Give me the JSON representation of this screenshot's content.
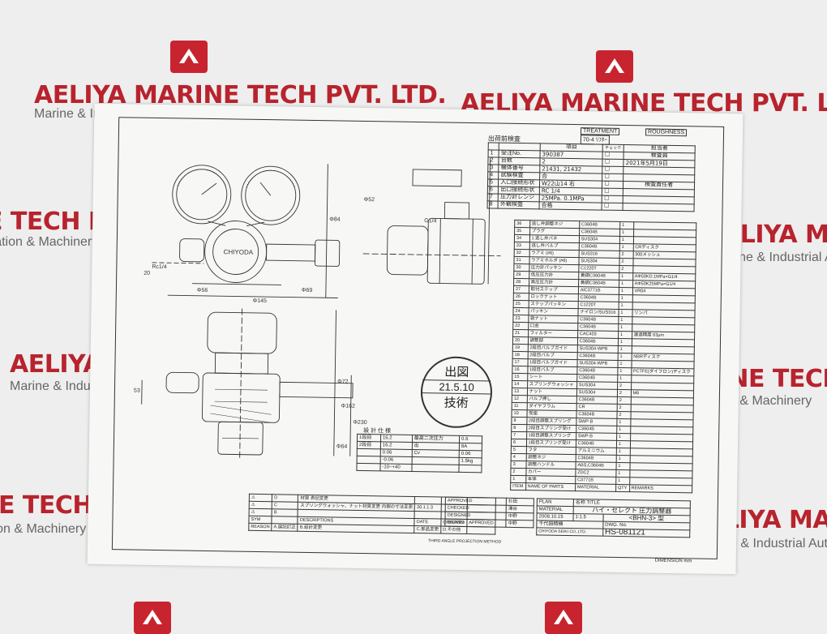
{
  "watermark": {
    "company": "AELIYA MARINE TECH PVT. LTD.",
    "tagline": "Marine & Industrial Automation & Machinery",
    "brand_color": "#b8232d"
  },
  "inspection": {
    "title": "出荷前検査",
    "item_header": "項目",
    "check_header": "チェック",
    "rows": [
      {
        "no": "1",
        "item": "受注No.",
        "value": "390387"
      },
      {
        "no": "2",
        "item": "台数",
        "value": "2"
      },
      {
        "no": "3",
        "item": "機体番号",
        "value": "21431, 21432"
      },
      {
        "no": "4",
        "item": "試験検査",
        "value": "合"
      },
      {
        "no": "5",
        "item": "入口接続形状",
        "value": "W22山14 右"
      },
      {
        "no": "6",
        "item": "出口接続形状",
        "value": "RC 1/4"
      },
      {
        "no": "7",
        "item": "圧力計レンジ",
        "value": "25MPa. 0.1MPa"
      },
      {
        "no": "8",
        "item": "外観検査",
        "value": "合格"
      }
    ],
    "treatment_label": "TREATMENT",
    "roughness_label": "ROUGHNESS",
    "treatment_value": "70-4 ﾘﾌﾀｰ",
    "inspector_label": "担当者",
    "inspector2_label": "検査員",
    "date": "2021年5月19日",
    "manager_label": "検査責任者"
  },
  "parts": {
    "rows": [
      {
        "no": "36",
        "name": "逃し弁調整ネジ",
        "mat": "C3604B",
        "qty": "1",
        "rem": ""
      },
      {
        "no": "35",
        "name": "プラグ",
        "mat": "C3604B",
        "qty": "1",
        "rem": ""
      },
      {
        "no": "34",
        "name": "1.逃し弁バネ",
        "mat": "SUS304",
        "qty": "1",
        "rem": ""
      },
      {
        "no": "33",
        "name": "逃し弁バルブ",
        "mat": "C3604B",
        "qty": "1",
        "rem": "CRディスク"
      },
      {
        "no": "32",
        "name": "ラアミ (#6)",
        "mat": "SUS316",
        "qty": "2",
        "rem": "300メッシュ"
      },
      {
        "no": "31",
        "name": "ラアミホルダ (#6)",
        "mat": "SUS304",
        "qty": "2",
        "rem": ""
      },
      {
        "no": "30",
        "name": "圧力計パッキン",
        "mat": "C1220T",
        "qty": "2",
        "rem": ""
      },
      {
        "no": "29",
        "name": "低圧圧力計",
        "mat": "黄銅C3604B",
        "qty": "1",
        "rem": "AΦ50KD.1MPa×G1/4"
      },
      {
        "no": "28",
        "name": "高圧圧力計",
        "mat": "黄銅C3604B",
        "qty": "1",
        "rem": "AΦ50K25MPa×G1/4"
      },
      {
        "no": "27",
        "name": "取付ステップ",
        "mat": "AlC3771B",
        "qty": "1",
        "rem": "VR04"
      },
      {
        "no": "26",
        "name": "ロックナット",
        "mat": "C3604B",
        "qty": "1",
        "rem": ""
      },
      {
        "no": "25",
        "name": "ステップパッキン",
        "mat": "C1220T",
        "qty": "1",
        "rem": ""
      },
      {
        "no": "24",
        "name": "パッキン",
        "mat": "ナイロン/SUS316",
        "qty": "1",
        "rem": "リンパ"
      },
      {
        "no": "23",
        "name": "袋ナット",
        "mat": "C3604B",
        "qty": "1",
        "rem": ""
      },
      {
        "no": "22",
        "name": "口金",
        "mat": "C3604B",
        "qty": "1",
        "rem": ""
      },
      {
        "no": "21",
        "name": "フィルター",
        "mat": "CAC403",
        "qty": "1",
        "rem": "濾過精度 63μm"
      },
      {
        "no": "20",
        "name": "調整部",
        "mat": "C3604B",
        "qty": "1",
        "rem": ""
      },
      {
        "no": "19",
        "name": "2段目バルブガイド",
        "mat": "SUS304-WPB",
        "qty": "1",
        "rem": ""
      },
      {
        "no": "18",
        "name": "2段目バルブ",
        "mat": "C3604B",
        "qty": "1",
        "rem": "NBRディスク"
      },
      {
        "no": "17",
        "name": "1段目バルブガイド",
        "mat": "SUS304-WPB",
        "qty": "1",
        "rem": ""
      },
      {
        "no": "16",
        "name": "1段目バルブ",
        "mat": "C3604B",
        "qty": "1",
        "rem": "PCTFE(ダイフロン)ディスク"
      },
      {
        "no": "15",
        "name": "シート",
        "mat": "C3604B",
        "qty": "1",
        "rem": ""
      },
      {
        "no": "14",
        "name": "スプリングウォッシャ",
        "mat": "SUS304",
        "qty": "2",
        "rem": ""
      },
      {
        "no": "13",
        "name": "ナット",
        "mat": "SUS304",
        "qty": "2",
        "rem": "M6"
      },
      {
        "no": "12",
        "name": "バルブ押し",
        "mat": "C3604B",
        "qty": "2",
        "rem": ""
      },
      {
        "no": "11",
        "name": "ダイヤフラム",
        "mat": "CR",
        "qty": "2",
        "rem": ""
      },
      {
        "no": "10",
        "name": "受座",
        "mat": "C3604B",
        "qty": "2",
        "rem": ""
      },
      {
        "no": "9",
        "name": "2段目調整スプリング",
        "mat": "SWP-B",
        "qty": "1",
        "rem": ""
      },
      {
        "no": "8",
        "name": "2段目スプリング受け",
        "mat": "C3604B",
        "qty": "1",
        "rem": ""
      },
      {
        "no": "7",
        "name": "1段目調整スプリング",
        "mat": "SWP-B",
        "qty": "1",
        "rem": ""
      },
      {
        "no": "6",
        "name": "1段目スプリング受け",
        "mat": "C3604B",
        "qty": "1",
        "rem": ""
      },
      {
        "no": "5",
        "name": "フタ",
        "mat": "アルミニウム",
        "qty": "1",
        "rem": ""
      },
      {
        "no": "4",
        "name": "調整ネジ",
        "mat": "C3604B",
        "qty": "1",
        "rem": ""
      },
      {
        "no": "3",
        "name": "調整ハンドル",
        "mat": "ABS,C3604B",
        "qty": "1",
        "rem": ""
      },
      {
        "no": "2",
        "name": "カバー",
        "mat": "ZDC2",
        "qty": "1",
        "rem": ""
      },
      {
        "no": "1",
        "name": "本体",
        "mat": "C3771B",
        "qty": "1",
        "rem": ""
      }
    ],
    "header": {
      "item": "ITEM",
      "name": "NAME OF PARTS",
      "mat": "MATERIAL",
      "qty": "QTY",
      "rem": "REMARKS"
    }
  },
  "spec": {
    "title": "設 計 仕 様",
    "rows": [
      [
        "1段目",
        "16.2",
        "最高二次圧力",
        "0.6"
      ],
      [
        "2段目",
        "16.2",
        "出",
        "8A"
      ],
      [
        "",
        "0.06",
        "Cv",
        "0.06"
      ],
      [
        "",
        "-0.06",
        "",
        "1.5kg"
      ],
      [
        "",
        "-10~+40",
        "",
        ""
      ]
    ]
  },
  "stamp": {
    "top": "出図",
    "date": "21.5.10",
    "bottom": "技術"
  },
  "title_block": {
    "approved": "APPROVED",
    "approved_name": "杉田",
    "checked": "CHECKED",
    "checked_name": "澤谷",
    "designed": "DESIGNED",
    "designed_name": "中野",
    "drawn": "DRAWN",
    "drawn_name": "中野",
    "date": "2008.10.15",
    "scale": "1:1.5",
    "product_name": "ハイ・セレクト 圧力調整器",
    "model": "<BHN-3> 型",
    "dwg_no_label": "DWG. No.",
    "dwg_no": "HS-081121",
    "company": "千代田精機",
    "company_en": "CHIYODA SEIKI CO.,LTD.",
    "projection": "THIRD ANGLE PROJECTION METHOD",
    "dimension": "DIMENSION mm",
    "name_label": "名称 TITLE",
    "plan_label": "PLAN",
    "material_label": "MATERIAL",
    "rev_labels": [
      "SYM",
      "REASON",
      "DESCRIPTIONS",
      "DATE",
      "CHECKED",
      "APPROVED"
    ],
    "reason_codes": [
      "A.誤記訂正",
      "B.設計変更",
      "C.部品変更",
      "D.その他"
    ],
    "rev_rows": [
      {
        "sym": "D",
        "desc": "材質 表記変更",
        "date": "",
        "chk": "",
        "app": ""
      },
      {
        "sym": "C",
        "desc": "スプリングウォッシャ、ナット材質変更 内側の寸法変更",
        "date": "20.1.1.3",
        "chk": "",
        "app": ""
      }
    ]
  },
  "drawing": {
    "labels": [
      "Φ56",
      "Φ145",
      "Φ69",
      "Rc1/4",
      "G1/4",
      "Φ52",
      "Φ84",
      "Φ72",
      "Φ162",
      "Φ230",
      "Φ64",
      "53",
      "20"
    ],
    "gauge_brand": "CHIYODA"
  }
}
